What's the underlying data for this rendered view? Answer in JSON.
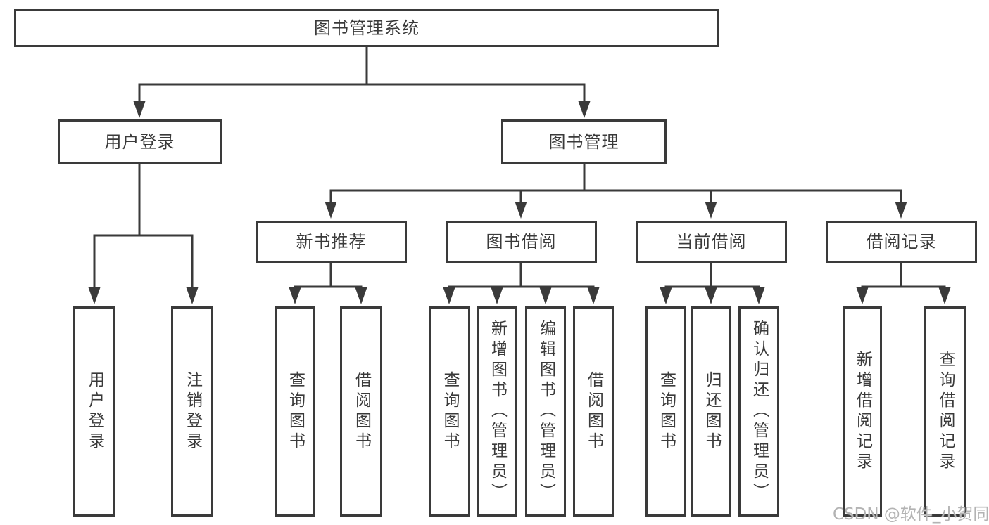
{
  "diagram": {
    "root": {
      "label": "图书管理系统"
    },
    "branches": {
      "user_login": {
        "label": "用户登录"
      },
      "book_mgmt": {
        "label": "图书管理"
      }
    },
    "sections": {
      "new_books": {
        "label": "新书推荐"
      },
      "book_borrow": {
        "label": "图书借阅"
      },
      "current_borrow": {
        "label": "当前借阅"
      },
      "borrow_records": {
        "label": "借阅记录"
      }
    },
    "leaves": {
      "user_login": [
        "用户登录",
        "注销登录"
      ],
      "new_books": [
        "查询图书",
        "借阅图书"
      ],
      "book_borrow": [
        "查询图书",
        "新增图书（管理员）",
        "编辑图书（管理员）",
        "借阅图书"
      ],
      "current_borrow": [
        "查询图书",
        "归还图书",
        "确认归还（管理员）"
      ],
      "borrow_records": [
        "新增借阅记录",
        "查询借阅记录"
      ]
    }
  },
  "watermark": {
    "text": "CSDN @软件_小贺同学"
  },
  "colors": {
    "line": "#3a3a3a",
    "text": "#3a3a3a",
    "watermark": "#b3b3b3",
    "background": "#ffffff"
  }
}
